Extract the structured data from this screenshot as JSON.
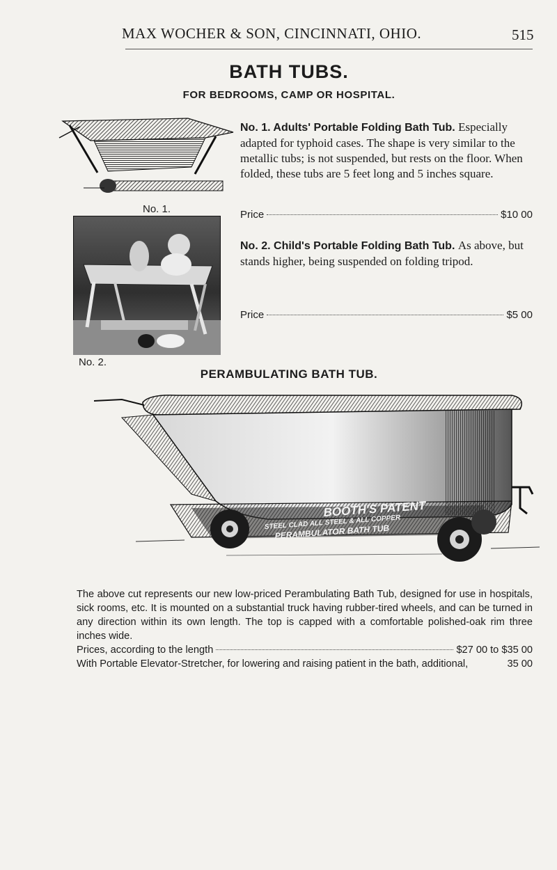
{
  "header": {
    "running_head": "MAX WOCHER & SON, CINCINNATI, OHIO.",
    "page_number": "515"
  },
  "title": "BATH TUBS.",
  "subtitle": "FOR BEDROOMS, CAMP OR HOSPITAL.",
  "items": [
    {
      "number": "No. 1.",
      "name": "Adults' Portable Folding Bath Tub.",
      "description": "Especially adapted for typhoid cases. The shape is very similar to the metallic tubs; is not suspended, but rests on the floor. When folded, these tubs are 5 feet long and 5 inches square.",
      "price_label": "Price",
      "price": "$10 00",
      "figure_label": "No. 1."
    },
    {
      "number": "No. 2.",
      "name": "Child's Portable Folding Bath Tub.",
      "description": "As above, but stands higher, being suspended on folding tripod.",
      "price_label": "Price",
      "price": "$5 00",
      "figure_label": "No. 2."
    }
  ],
  "perambulating": {
    "heading": "PERAMBULATING BATH TUB.",
    "tub_lettering": [
      "BOOTH'S PATENT",
      "STEEL CLAD ALL STEEL & ALL COPPER",
      "PERAMBULATOR BATH TUB"
    ],
    "description": "The above cut represents our new low-priced Perambulating Bath Tub, designed for use in hospitals, sick rooms, etc. It is mounted on a substantial truck having rubber-tired wheels, and can be turned in any direction within its own length. The top is capped with a comfortable polished-oak rim three inches wide.",
    "prices_label": "Prices, according to the length",
    "prices_value": "$27 00 to $35 00",
    "stretcher_label": "With Portable Elevator-Stretcher, for lowering and raising patient in the bath, additional,",
    "stretcher_price": "35 00"
  }
}
